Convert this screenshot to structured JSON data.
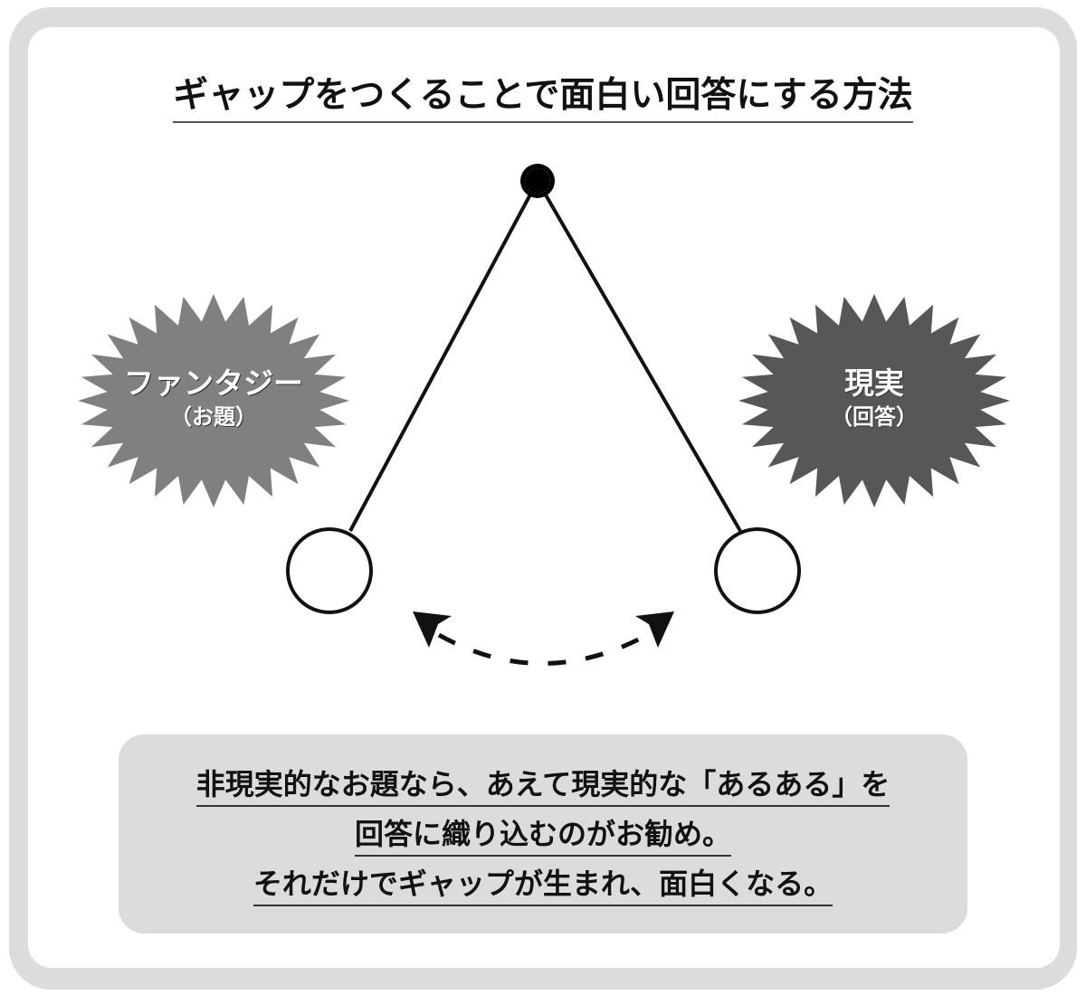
{
  "title": "ギャップをつくることで面白い回答にする方法",
  "left_burst": {
    "label": "ファンタジー",
    "sublabel": "（お題）",
    "color": "#808080"
  },
  "right_burst": {
    "label": "現実",
    "sublabel": "（回答）",
    "color": "#575757"
  },
  "pendulum": {
    "pivot": "filled-circle",
    "left_bob": "hollow-circle",
    "right_bob": "hollow-circle",
    "swing_arrow": "dashed-double-arrow"
  },
  "note": {
    "lines": [
      "非現実的なお題なら、あえて現実的な「あるある」を",
      "回答に織り込むのがお勧め。",
      "それだけでギャップが生まれ、面白くなる。"
    ],
    "background": "#dcdcdc"
  }
}
